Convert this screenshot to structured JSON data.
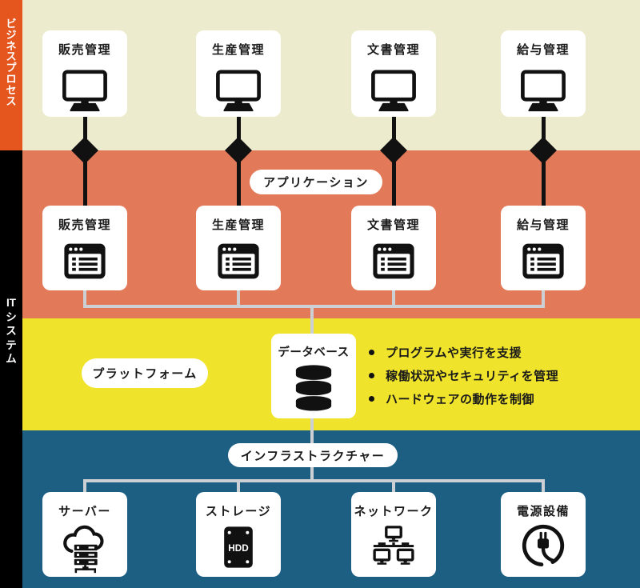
{
  "colors": {
    "business_band": "#edebce",
    "application_band": "#e27a59",
    "platform_band": "#efe32b",
    "infrastructure_band": "#1c5f82",
    "sidebar_orange": "#e5561f",
    "sidebar_black": "#000000",
    "box_white": "#ffffff",
    "icon_black": "#111111",
    "connector_gray": "#ccd0d4"
  },
  "sidebar": {
    "business_label": "ビジネスプロセス",
    "it_label": "ITシステム"
  },
  "layers": {
    "business": {
      "boxes": [
        "販売管理",
        "生産管理",
        "文書管理",
        "給与管理"
      ],
      "icon": "desktop-computer-icon"
    },
    "application": {
      "pill": "アプリケーション",
      "boxes": [
        "販売管理",
        "生産管理",
        "文書管理",
        "給与管理"
      ],
      "icon": "application-window-icon"
    },
    "platform": {
      "pill": "プラットフォーム",
      "database_label": "データベース",
      "icon": "database-icon",
      "bullets": [
        "プログラムや実行を支援",
        "稼働状況やセキュリティを管理",
        "ハードウェアの動作を制御"
      ]
    },
    "infrastructure": {
      "pill": "インフラストラクチャー",
      "boxes": [
        "サーバー",
        "ストレージ",
        "ネットワーク",
        "電源設備"
      ],
      "icons": [
        "cloud-server-icon",
        "hdd-icon",
        "network-icon",
        "power-plug-icon"
      ],
      "hdd_text": "HDD"
    }
  }
}
